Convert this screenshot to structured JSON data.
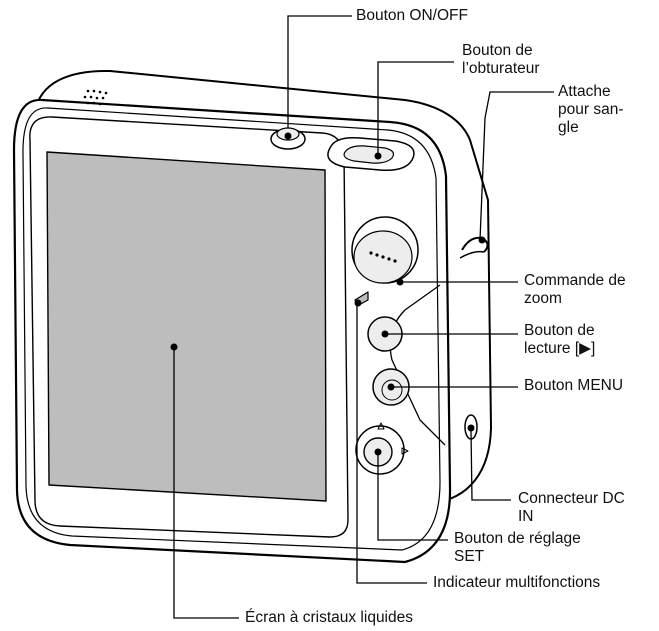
{
  "labels": {
    "on_off": [
      "Bouton ON/OFF"
    ],
    "shutter": [
      "Bouton de",
      "l’obturateur"
    ],
    "strap": [
      "Attache",
      "pour san-",
      "gle"
    ],
    "zoom": [
      "Commande de",
      "zoom"
    ],
    "playback": [
      "Bouton de",
      "lecture [▶]"
    ],
    "menu": [
      "Bouton MENU"
    ],
    "dc_in": [
      "Connecteur DC",
      "IN"
    ],
    "set": [
      "Bouton de réglage",
      "SET"
    ],
    "indicator": [
      "Indicateur multifonctions"
    ],
    "lcd": [
      "Écran à cristaux liquides"
    ]
  },
  "colors": {
    "line": "#000000",
    "body_fill": "#ffffff",
    "screen_fill": "#bdbdbd",
    "button_fill": "#ededed"
  }
}
